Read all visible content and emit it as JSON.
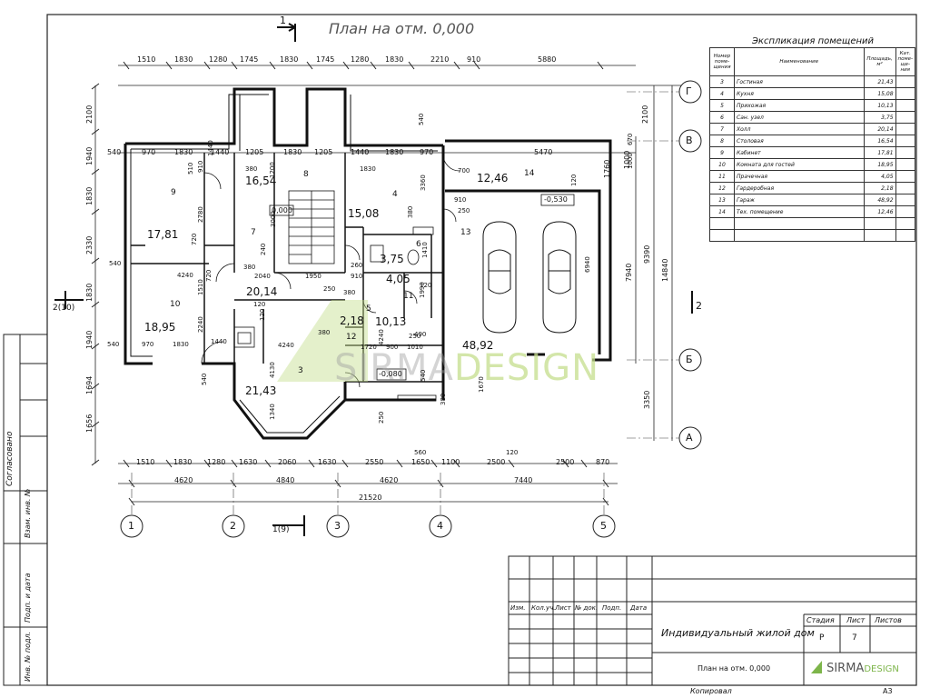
{
  "plan_title": "План на отм. 0,000",
  "section_marks": {
    "top": "1",
    "left": "2(10)",
    "right": "2",
    "bottom": "1(9)"
  },
  "dims_top": [
    "1510",
    "1830",
    "1280",
    "1745",
    "1830",
    "1745",
    "1280",
    "1830",
    "2210",
    "910",
    "5880"
  ],
  "dims_row2": [
    "540",
    "970",
    "1830",
    "1440",
    "1205",
    "1830",
    "1205",
    "1440",
    "1830",
    "970",
    "5470"
  ],
  "dims_bottom": [
    "1510",
    "1830",
    "1280",
    "1630",
    "2060",
    "1630",
    "2550",
    "1650",
    "1100",
    "2500",
    "2500",
    "870"
  ],
  "dims_bottom2": [
    "4620",
    "4840",
    "4620",
    "7440"
  ],
  "total_dim": "21520",
  "dims_left": [
    "2100",
    "1940",
    "1830",
    "2330",
    "1830",
    "1940",
    "1694",
    "1656"
  ],
  "dims_right": [
    "2100",
    "1000",
    "1760",
    "7940",
    "9390",
    "14840",
    "3350"
  ],
  "axes_letters": [
    "Г",
    "В",
    "Б",
    "А"
  ],
  "axes_numbers": [
    "1",
    "2",
    "3",
    "4",
    "5"
  ],
  "room_labels": {
    "r3": "3",
    "r4": "4",
    "r7": "7",
    "r8": "8",
    "r9": "9",
    "r10": "10",
    "r11": "11",
    "r12": "12",
    "r13": "13",
    "r14": "14",
    "r5": "5",
    "r6": "6"
  },
  "areas": {
    "a9": "17,81",
    "a8": "16,54",
    "a4": "15,08",
    "a14": "12,46",
    "a7": "20,14",
    "a10": "18,95",
    "a3": "21,43",
    "a6": "3,75",
    "a11": "4,05",
    "a12": "2,18",
    "a5": "10,13",
    "a13": "48,92"
  },
  "level_marks": {
    "stair": "0,000",
    "garage": "-0,530",
    "porch": "-0,080"
  },
  "inner_dims": [
    "380",
    "510",
    "910",
    "2780",
    "720",
    "240",
    "2040",
    "1510",
    "720",
    "2240",
    "120",
    "1440",
    "4240",
    "380",
    "4240",
    "4130",
    "1340",
    "120",
    "1200",
    "1830",
    "3000",
    "1950",
    "260",
    "910",
    "250",
    "380",
    "540",
    "3360",
    "380",
    "120",
    "1410",
    "1990",
    "380",
    "1720",
    "900",
    "1010",
    "1670",
    "540",
    "380",
    "250",
    "700",
    "910",
    "250",
    "120",
    "5470",
    "380",
    "560",
    "120",
    "490",
    "250",
    "4240",
    "1830",
    "970",
    "540",
    "540",
    "1440",
    "540",
    "1000",
    "670",
    "6940"
  ],
  "watermark": {
    "part1": "SIRMA",
    "part2": "DESIGN"
  },
  "explication": {
    "title": "Экспликация помещений",
    "head": {
      "num": "Номер поме- щения",
      "name": "Наименование",
      "area": "Площадь, м²",
      "cat": "Кат. поме- ще- ния"
    },
    "rows": [
      {
        "num": "3",
        "name": "Гостиная",
        "area": "21,43"
      },
      {
        "num": "4",
        "name": "Кухня",
        "area": "15,08"
      },
      {
        "num": "5",
        "name": "Прихожая",
        "area": "10,13"
      },
      {
        "num": "6",
        "name": "Сан. узел",
        "area": "3,75"
      },
      {
        "num": "7",
        "name": "Холл",
        "area": "20,14"
      },
      {
        "num": "8",
        "name": "Столовая",
        "area": "16,54"
      },
      {
        "num": "9",
        "name": "Кабинет",
        "area": "17,81"
      },
      {
        "num": "10",
        "name": "Комната для гостей",
        "area": "18,95"
      },
      {
        "num": "11",
        "name": "Прачечная",
        "area": "4,05"
      },
      {
        "num": "12",
        "name": "Гардеробная",
        "area": "2,18"
      },
      {
        "num": "13",
        "name": "Гараж",
        "area": "48,92"
      },
      {
        "num": "14",
        "name": "Тех. помещение",
        "area": "12,46"
      }
    ]
  },
  "side_labels": [
    "Согласовано",
    "Взам. инв. №",
    "Подп. и дата",
    "Инв. № подл."
  ],
  "title_block": {
    "cols": [
      "Изм.",
      "Кол.уч.",
      "Лист",
      "№ док.",
      "Подп.",
      "Дата"
    ],
    "project": "Индивидуальный жилой дом",
    "sheet_name": "План на отм. 0,000",
    "stage_label": "Стадия",
    "sheet_label": "Лист",
    "sheets_label": "Листов",
    "stage": "Р",
    "sheet": "7",
    "logo1": "SIRMA",
    "logo2": "DESIGN",
    "copied": "Копировал",
    "format": "А3"
  }
}
